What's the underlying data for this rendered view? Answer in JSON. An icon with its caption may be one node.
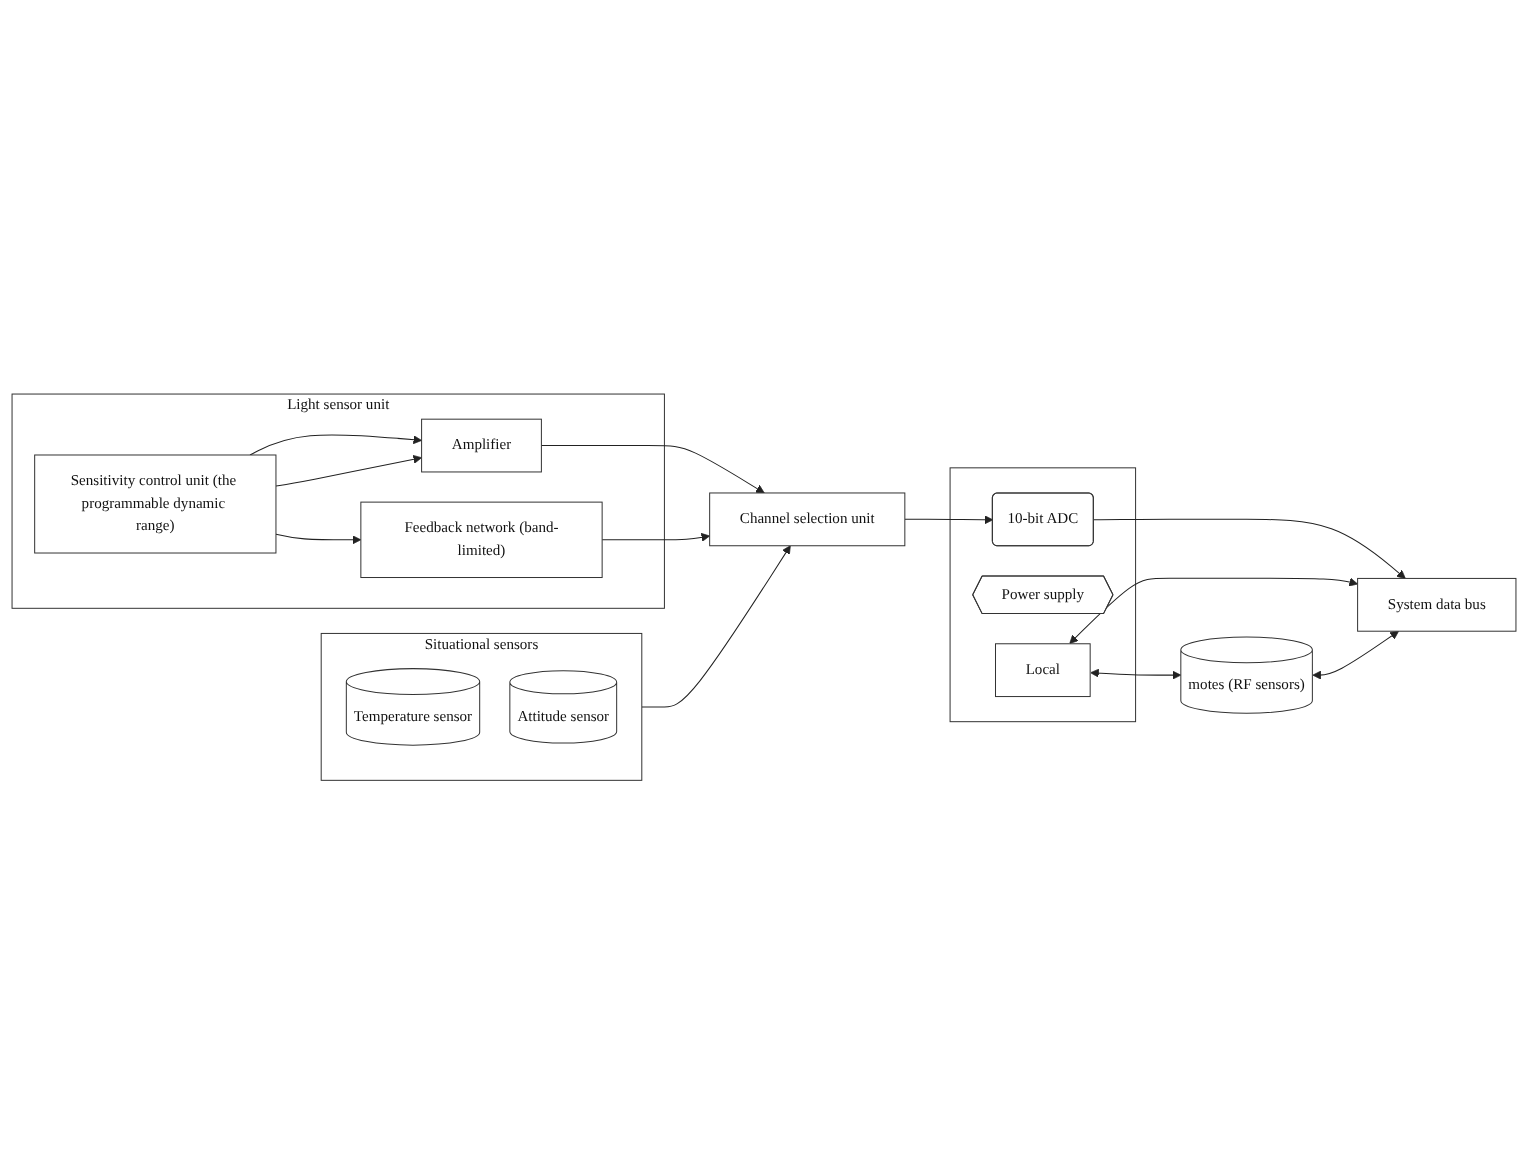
{
  "diagram": {
    "nodes": [
      {
        "text": [
          "Light sensor unit"
        ]
      },
      {
        "text": [
          "Feedback network (band-limited)"
        ],
        "in": 0
      },
      {
        "text": [
          "Amplifier"
        ],
        "in": 0
      },
      {
        "text": [
          "Sensitivity control unit (the programmable dynamic range)"
        ],
        "in": 0
      },
      {
        "text": [
          "Channel selection unit"
        ]
      },
      {
        "text": [],
        "shape": "box"
      },
      {
        "text": [
          "10-bit ADC"
        ],
        "in": 5
      },
      {
        "text": [
          "Power supply"
        ],
        "in": 5
      },
      {
        "text": [
          "Local"
        ],
        "in": 5
      },
      {
        "text": [
          "System data bus"
        ]
      },
      {
        "text": [
          "Situational sensors"
        ]
      },
      {
        "text": [
          "Temperature sensor"
        ],
        "in": 10
      },
      {
        "text": [
          "Attitude sensor"
        ],
        "in": 10
      },
      {
        "text": [
          "motes (RF sensors)"
        ]
      }
    ],
    "edges": [
      {
        "from": 3,
        "to": 1,
        "arrow": "to"
      },
      {
        "from": 3,
        "to": 2,
        "arrow": "to"
      },
      {
        "from": 3,
        "to": 2,
        "arrow": "to"
      },
      {
        "from": 2,
        "to": 4,
        "arrow": "to"
      },
      {
        "from": 1,
        "to": 4,
        "arrow": "to"
      },
      {
        "from": 4,
        "to": 6,
        "arrow": "to"
      },
      {
        "from": 6,
        "to": 9,
        "arrow": "to"
      },
      {
        "from": 8,
        "to": 9,
        "arrow": "both"
      },
      {
        "from": 8,
        "to": 13,
        "arrow": "both"
      },
      {
        "from": 13,
        "to": 9,
        "arrow": "both"
      },
      {
        "from": 10,
        "to": 4,
        "arrow": "to"
      }
    ]
  }
}
